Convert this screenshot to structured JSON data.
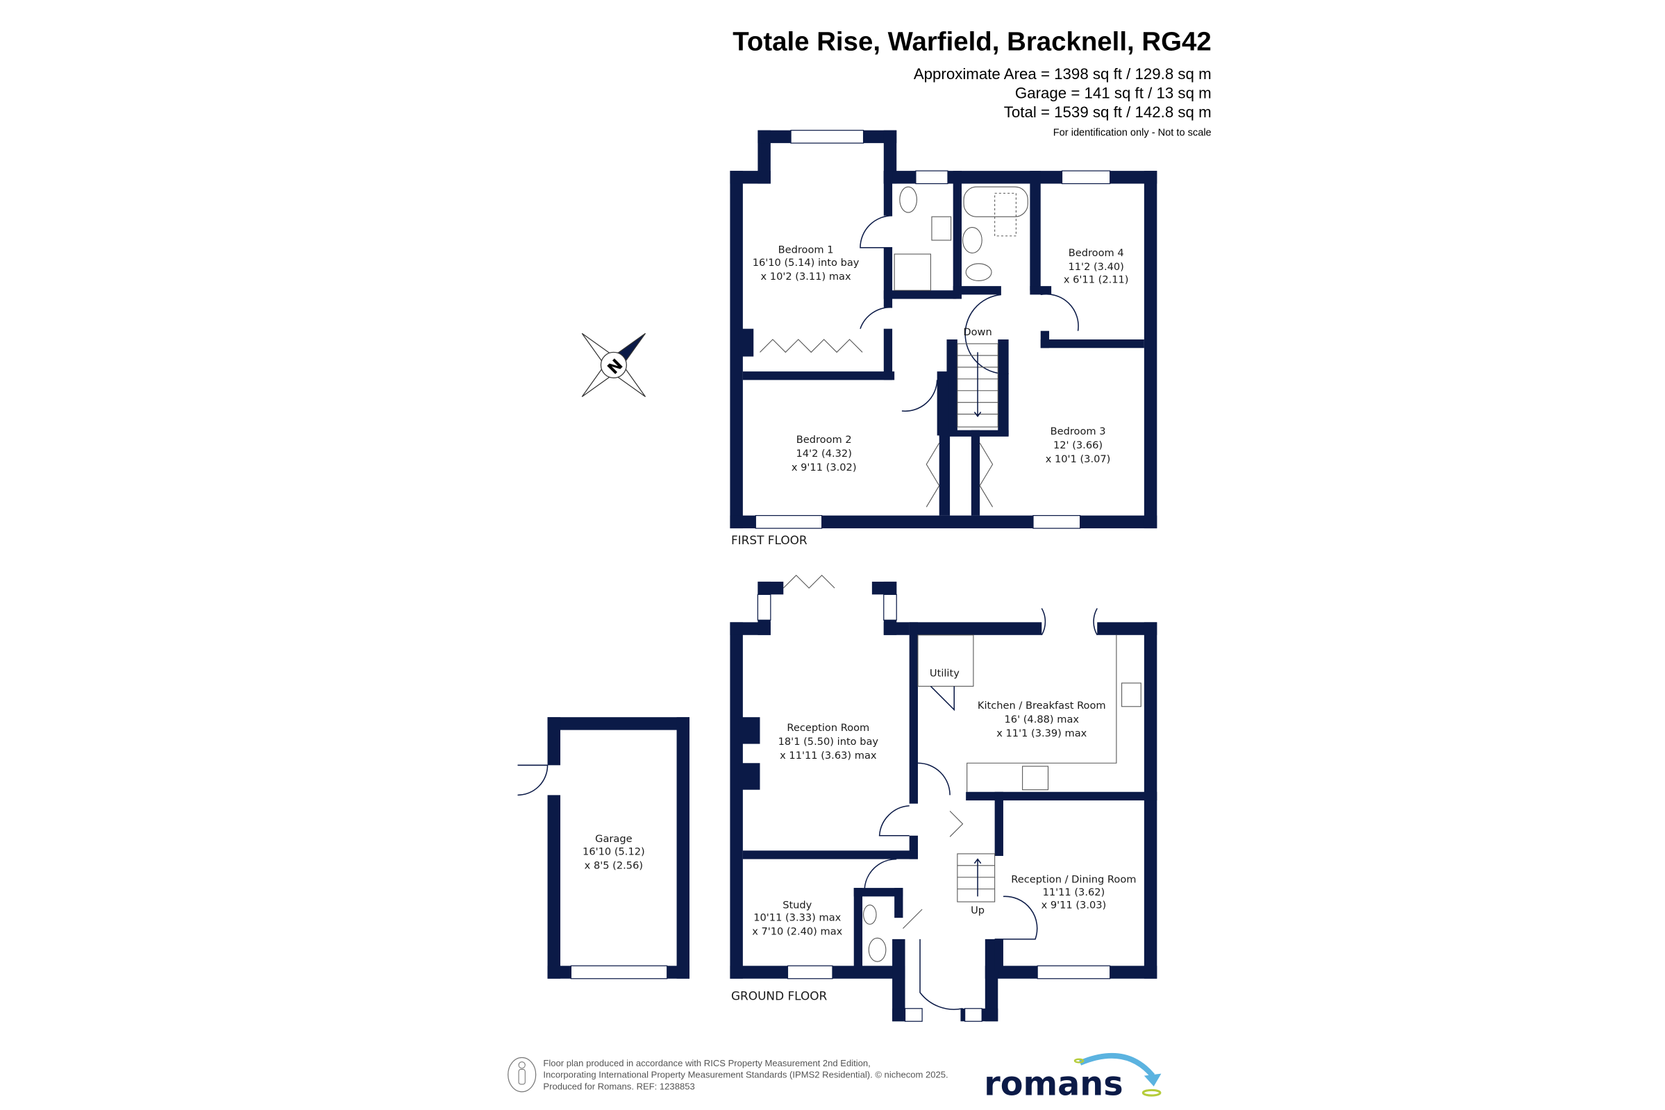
{
  "header": {
    "title": "Totale Rise, Warfield, Bracknell, RG42",
    "approx_area": "Approximate Area = 1398 sq ft / 129.8 sq m",
    "garage_area": "Garage = 141 sq ft / 13 sq m",
    "total_area": "Total = 1539 sq ft / 142.8 sq m",
    "disclaimer": "For identification only - Not to scale"
  },
  "first_floor": {
    "label": "FIRST FLOOR",
    "stairs_label": "Down",
    "rooms": [
      {
        "name": "Bedroom 1",
        "dim1": "16'10 (5.14) into bay",
        "dim2": "x 10'2 (3.11) max"
      },
      {
        "name": "Bedroom 2",
        "dim1": "14'2 (4.32)",
        "dim2": "x 9'11 (3.02)"
      },
      {
        "name": "Bedroom 3",
        "dim1": "12' (3.66)",
        "dim2": "x 10'1 (3.07)"
      },
      {
        "name": "Bedroom 4",
        "dim1": "11'2 (3.40)",
        "dim2": "x 6'11 (2.11)"
      }
    ]
  },
  "ground_floor": {
    "label": "GROUND FLOOR",
    "stairs_label": "Up",
    "rooms": [
      {
        "name": "Reception Room",
        "dim1": "18'1 (5.50) into bay",
        "dim2": "x 11'11 (3.63) max"
      },
      {
        "name": "Kitchen / Breakfast Room",
        "dim1": "16' (4.88) max",
        "dim2": "x 11'1 (3.39) max"
      },
      {
        "name": "Utility"
      },
      {
        "name": "Reception / Dining Room",
        "dim1": "11'11 (3.62)",
        "dim2": "x 9'11 (3.03)"
      },
      {
        "name": "Study",
        "dim1": "10'11 (3.33) max",
        "dim2": "x 7'10 (2.40) max"
      },
      {
        "name": "Garage",
        "dim1": "16'10 (5.12)",
        "dim2": "x 8'5 (2.56)"
      }
    ]
  },
  "compass": {
    "label": "N"
  },
  "footer": {
    "line1": "Floor plan produced in accordance with RICS Property Measurement 2nd Edition,",
    "line2": "Incorporating International Property Measurement Standards (IPMS2 Residential).   © nichecom 2025.",
    "line3": "Produced for Romans.   REF:  1238853",
    "logo_text": "romans"
  },
  "colors": {
    "wall": "#0b1a47",
    "logo_arrow": "#5bb3e0",
    "logo_ring": "#b5cc3a"
  }
}
